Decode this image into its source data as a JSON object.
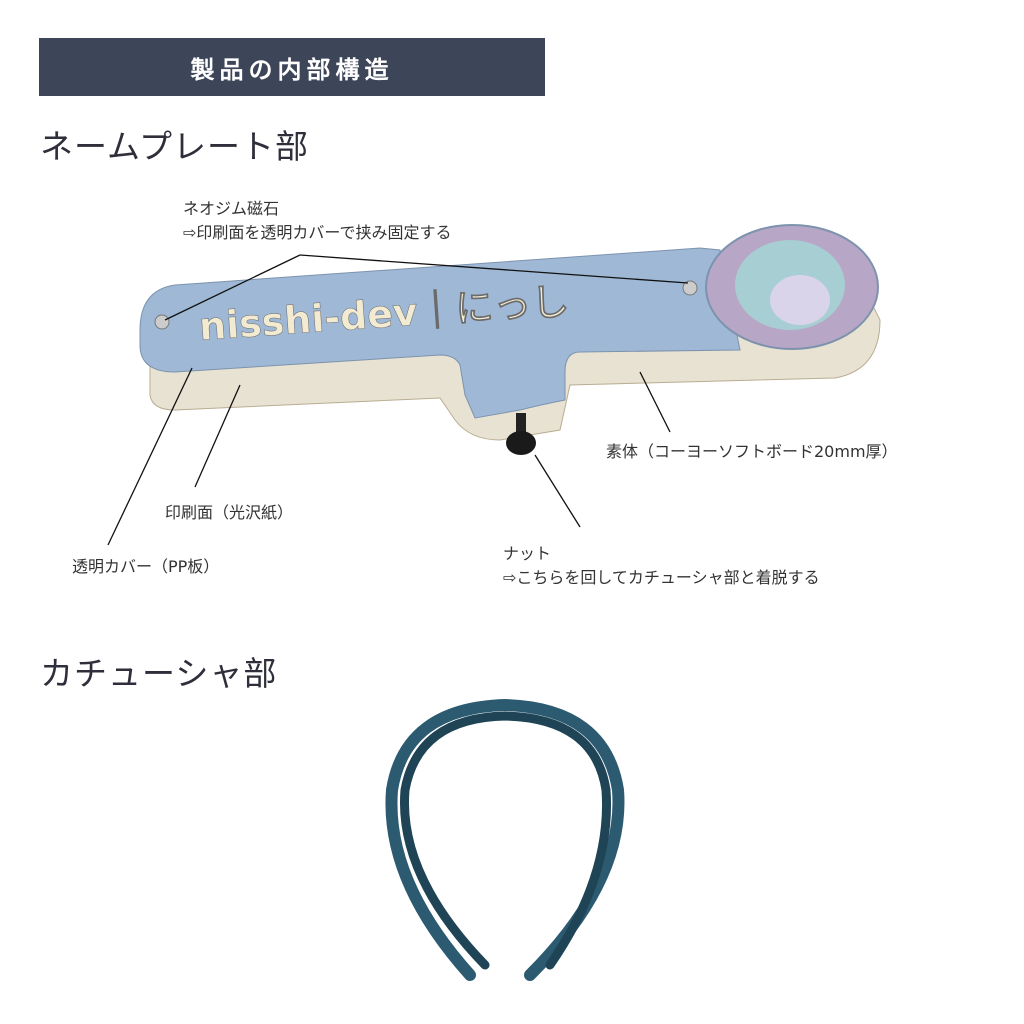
{
  "banner": {
    "title": "製品の内部構造",
    "bg_color": "#3d4559"
  },
  "sections": {
    "nameplate": {
      "heading": "ネームプレート部",
      "plate_text": "nisshi-dev｜にっし"
    },
    "headband": {
      "heading": "カチューシャ部"
    }
  },
  "annotations": {
    "magnet": {
      "line1": "ネオジム磁石",
      "line2": "⇨印刷面を透明カバーで挟み固定する"
    },
    "body": {
      "text": "素体（コーヨーソフトボード20mm厚）"
    },
    "print": {
      "text": "印刷面（光沢紙）"
    },
    "cover": {
      "text": "透明カバー（PP板）"
    },
    "nut": {
      "line1": "ナット",
      "line2": "⇨こちらを回してカチューシャ部と着脱する"
    }
  },
  "colors": {
    "plate": "#9fb8d6",
    "foam": "#e8e2d2",
    "headband": "#2c5a70",
    "text": "#333333"
  }
}
